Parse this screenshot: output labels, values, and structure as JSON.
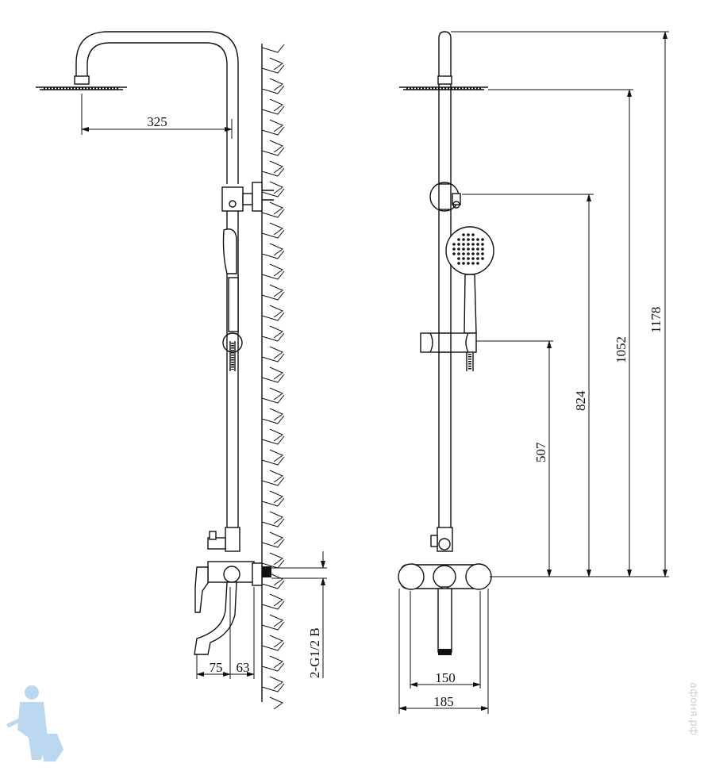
{
  "side_view": {
    "dims": {
      "arm_reach": "325",
      "spout_offset": "75",
      "wall_offset": "63",
      "connection": "2-G1/2 B"
    }
  },
  "front_view": {
    "dims": {
      "overall_height": "1178",
      "head_height": "1052",
      "bracket_height": "824",
      "slider_height": "507",
      "centers": "150",
      "width": "185"
    }
  },
  "watermark": {
    "text": "афоня.рф"
  },
  "colors": {
    "line": "#111111",
    "logo": "#bcd8f0"
  }
}
